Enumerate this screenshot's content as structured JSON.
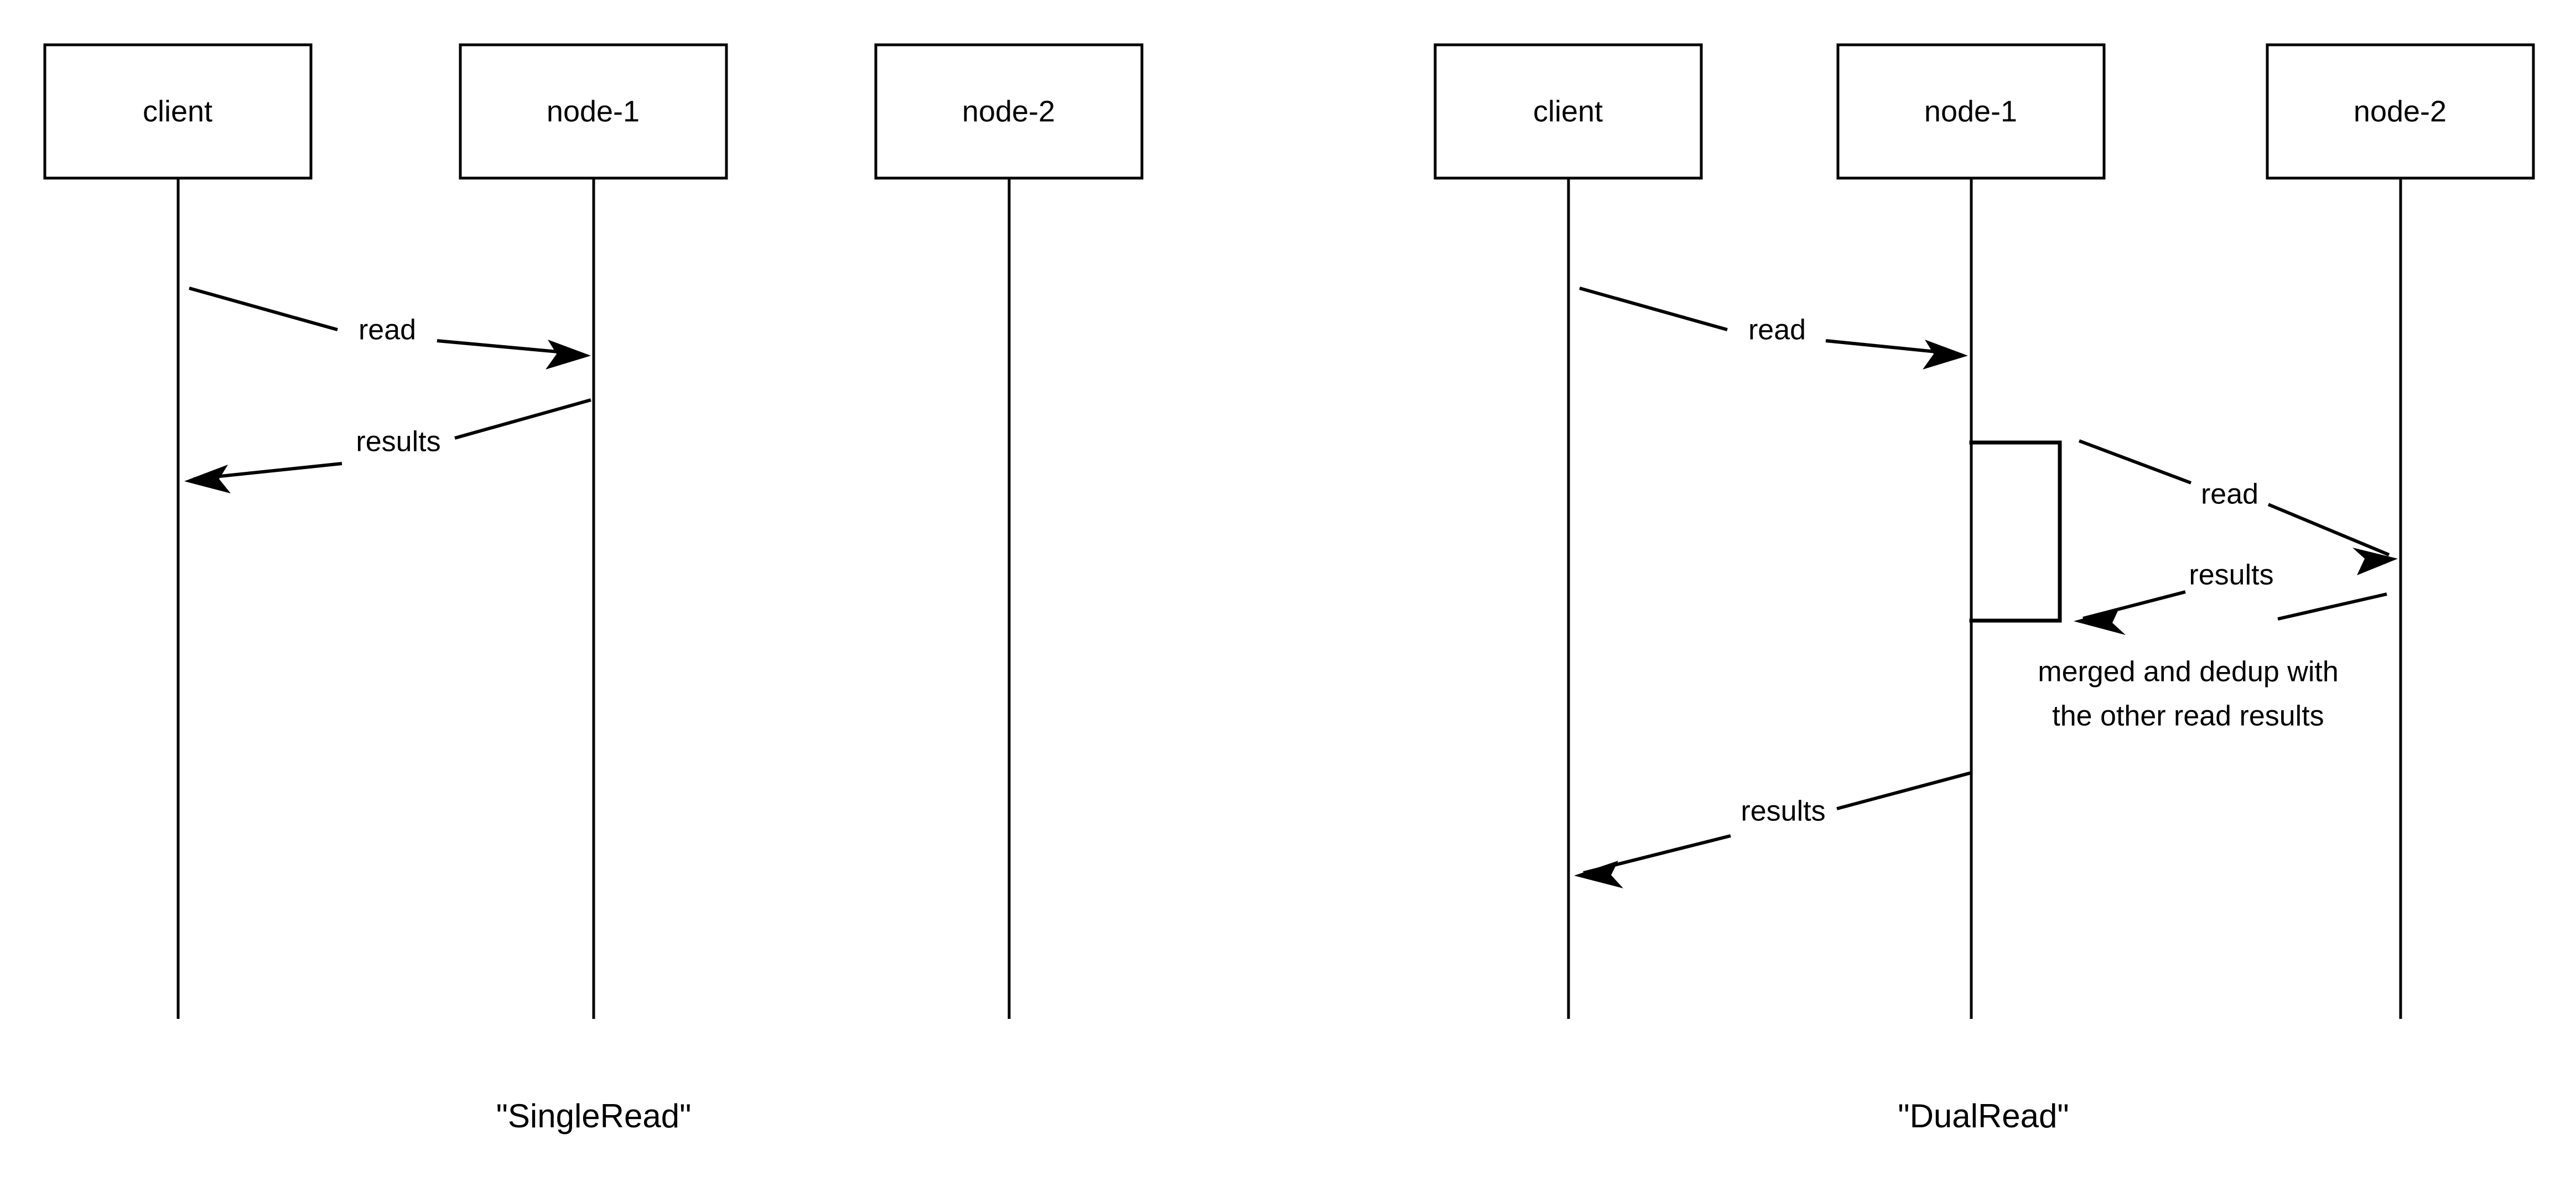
{
  "diagram": {
    "type": "sequence-diagram",
    "background_color": "#ffffff",
    "line_color": "#000000",
    "panels": [
      {
        "id": "single-read",
        "caption": "\"SingleRead\"",
        "participants": [
          {
            "id": "client",
            "label": "client"
          },
          {
            "id": "node-1",
            "label": "node-1"
          },
          {
            "id": "node-2",
            "label": "node-2"
          }
        ],
        "messages": [
          {
            "id": "m1",
            "label": "read",
            "from": "client",
            "to": "node-1",
            "direction": "right"
          },
          {
            "id": "m2",
            "label": "results",
            "from": "node-1",
            "to": "client",
            "direction": "left"
          }
        ],
        "activations": [],
        "notes": []
      },
      {
        "id": "dual-read",
        "caption": "\"DualRead\"",
        "participants": [
          {
            "id": "client",
            "label": "client"
          },
          {
            "id": "node-1",
            "label": "node-1"
          },
          {
            "id": "node-2",
            "label": "node-2"
          }
        ],
        "messages": [
          {
            "id": "m1",
            "label": "read",
            "from": "client",
            "to": "node-1",
            "direction": "right"
          },
          {
            "id": "m2",
            "label": "read",
            "from": "node-1",
            "to": "node-2",
            "direction": "right"
          },
          {
            "id": "m3",
            "label": "results",
            "from": "node-2",
            "to": "node-1",
            "direction": "left"
          },
          {
            "id": "m4",
            "label": "results",
            "from": "node-1",
            "to": "client",
            "direction": "left"
          }
        ],
        "activations": [
          {
            "id": "a1",
            "on": "node-1"
          }
        ],
        "notes": [
          {
            "id": "n1",
            "line1": "merged and dedup with",
            "line2": "the other read results"
          }
        ]
      }
    ]
  }
}
